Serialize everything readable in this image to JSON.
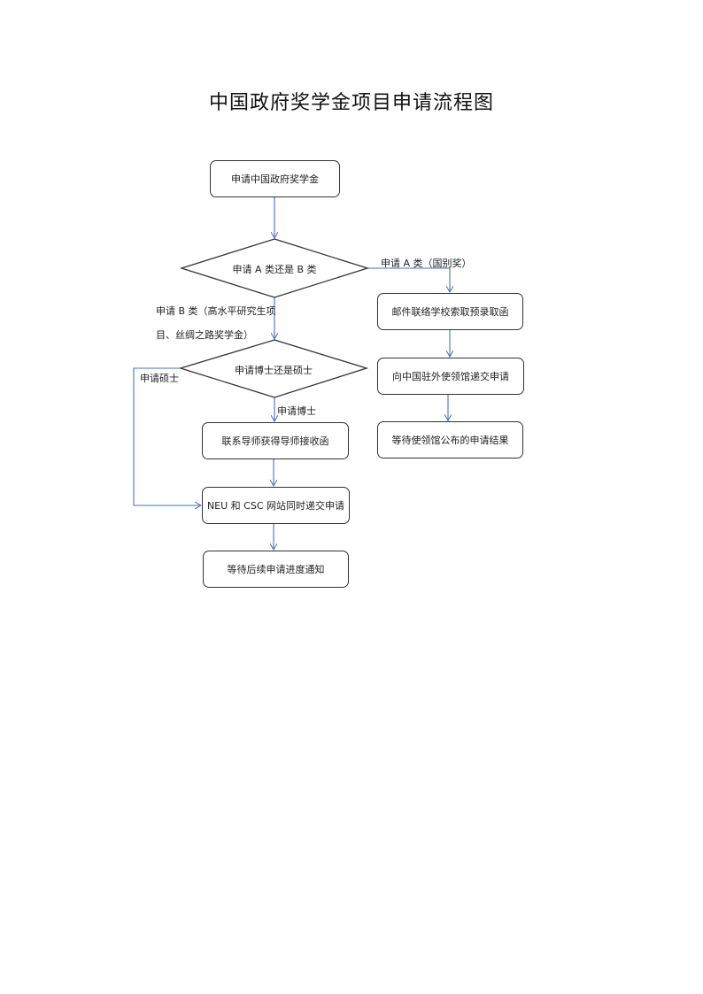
{
  "title": "中国政府奖学金项目申请流程图",
  "nodes": {
    "start": "申请中国政府奖学金",
    "decision_type": "申请 A 类还是 B 类",
    "a_step1": "邮件联络学校索取预录取函",
    "a_step2": "向中国驻外使领馆递交申请",
    "a_step3": "等待使领馆公布的申请结果",
    "decision_degree": "申请博士还是硕士",
    "phd_step": "联系导师获得导师接收函",
    "submit": "NEU 和 CSC 网站同时递交申请",
    "wait": "等待后续申请进度通知"
  },
  "edge_labels": {
    "type_a": "申请 A 类（国别奖）",
    "type_b_line1": "申请 B 类（高水平研究生项",
    "type_b_line2": "目、丝绸之路奖学金）",
    "master": "申请硕士",
    "phd": "申请博士"
  },
  "colors": {
    "connector": "#4472C4",
    "border": "#333333"
  }
}
